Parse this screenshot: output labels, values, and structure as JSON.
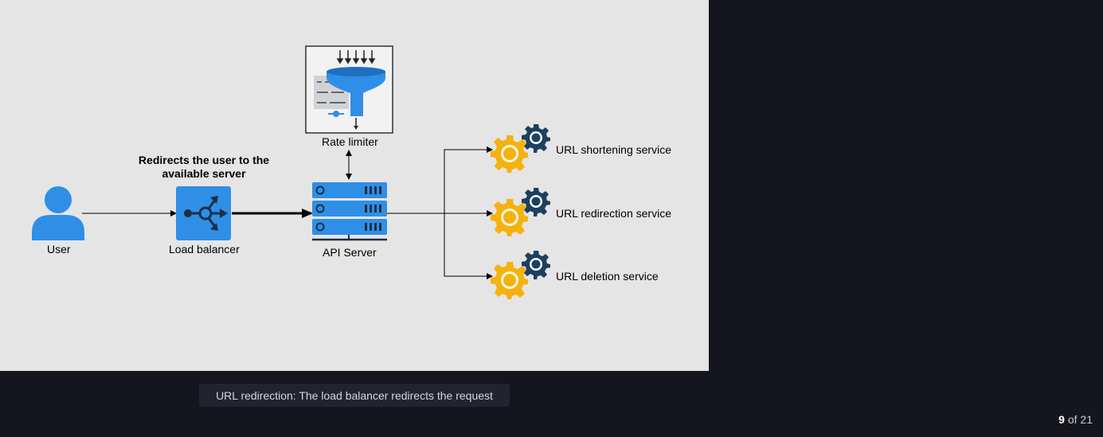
{
  "diagram": {
    "nodes": {
      "user": {
        "label": "User",
        "icon": "user-icon"
      },
      "load_balancer": {
        "label": "Load balancer",
        "icon": "load-balancer-icon"
      },
      "api_server": {
        "label": "API Server",
        "icon": "server-icon"
      },
      "rate_limiter": {
        "label": "Rate limiter",
        "icon": "funnel-icon"
      },
      "services": [
        {
          "label": "URL shortening service",
          "icon": "gears-icon"
        },
        {
          "label": "URL redirection service",
          "icon": "gears-icon"
        },
        {
          "label": "URL deletion service",
          "icon": "gears-icon"
        }
      ]
    },
    "annotation": "Redirects the user to the available server",
    "edges": [
      {
        "from": "User",
        "to": "Load balancer"
      },
      {
        "from": "Load balancer",
        "to": "API Server",
        "emphasized": true
      },
      {
        "from": "API Server",
        "to": "Rate limiter",
        "bidirectional": true
      },
      {
        "from": "API Server",
        "to": "URL shortening service"
      },
      {
        "from": "API Server",
        "to": "URL redirection service"
      },
      {
        "from": "API Server",
        "to": "URL deletion service"
      }
    ]
  },
  "caption": "URL redirection: The load balancer redirects the request",
  "pager": {
    "current": "9",
    "of_text": "of 21"
  },
  "colors": {
    "icon_blue": "#2f8fe6",
    "gear_orange": "#f5b20f",
    "gear_navy": "#1d3f62",
    "slide_bg": "#e5e5e5",
    "page_bg": "#15151e"
  }
}
